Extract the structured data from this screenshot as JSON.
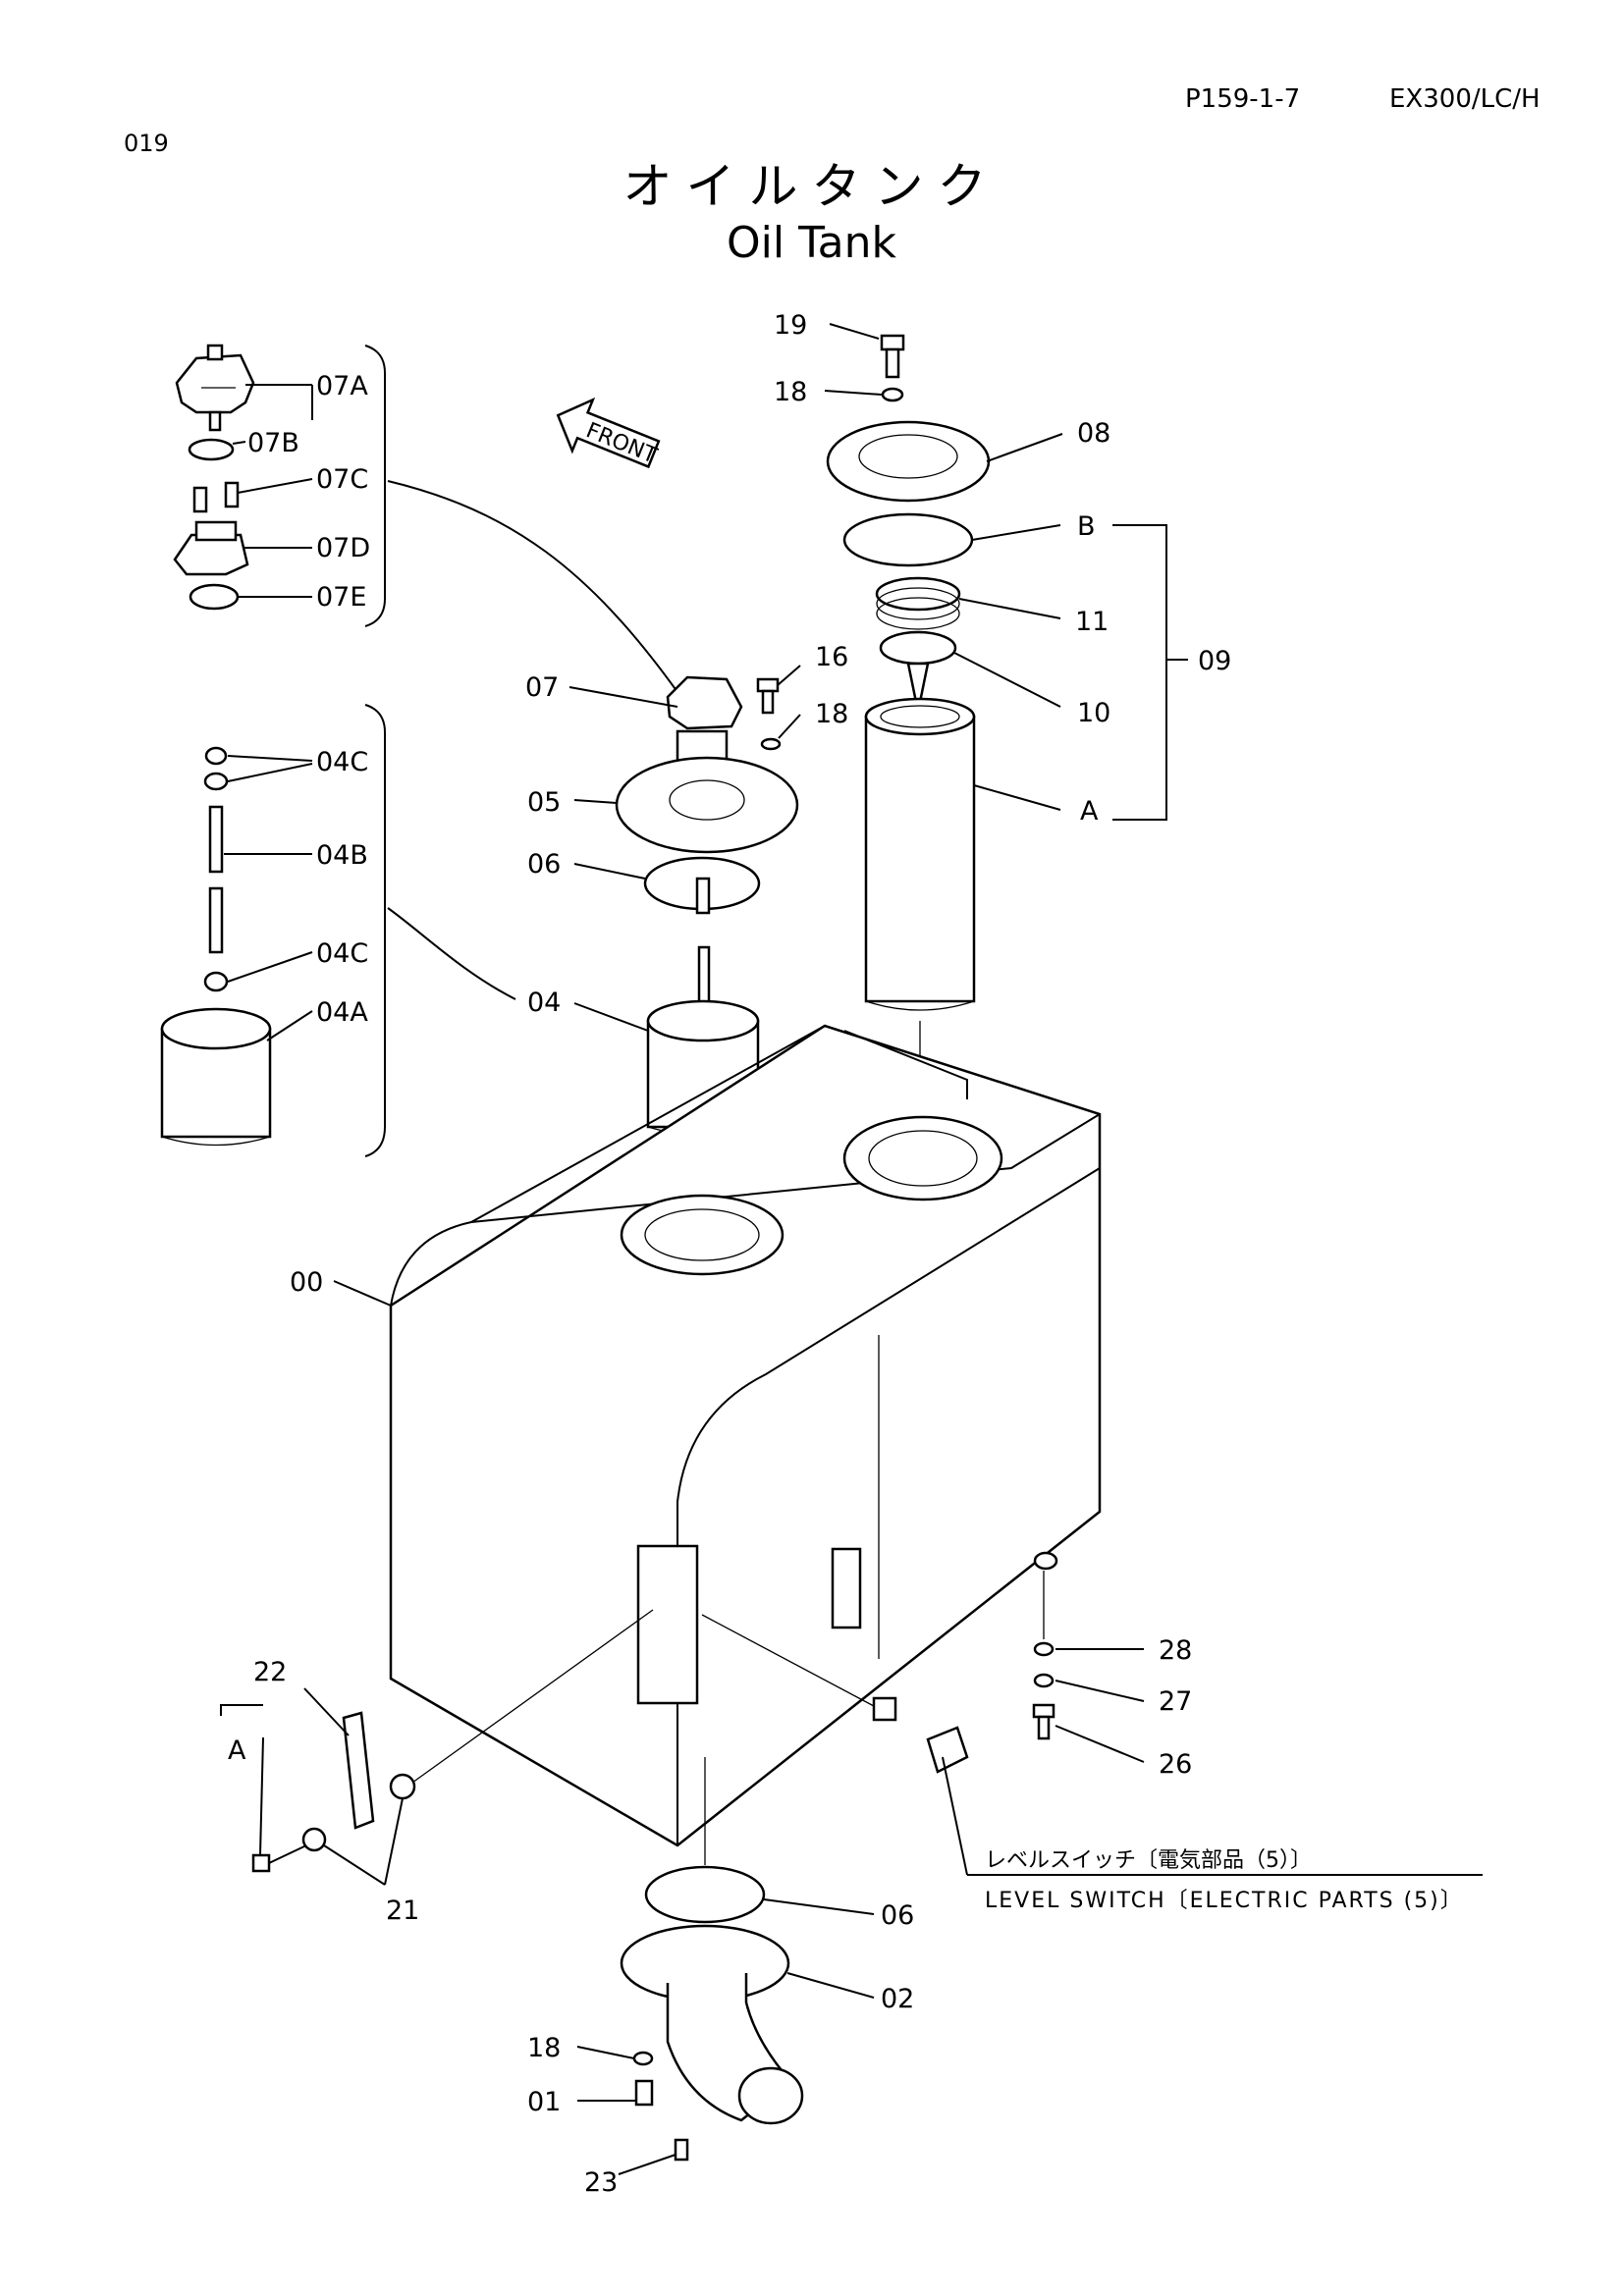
{
  "header": {
    "page_code": "P159-1-7",
    "model": "EX300/LC/H",
    "page_number": "019"
  },
  "title": {
    "japanese": "オイルタンク",
    "english": "Oil Tank"
  },
  "front_marker": "FRONT",
  "callouts": {
    "c07A": "07A",
    "c07B": "07B",
    "c07C": "07C",
    "c07D": "07D",
    "c07E": "07E",
    "c04C_top": "04C",
    "c04B": "04B",
    "c04C_bot": "04C",
    "c04A": "04A",
    "c07": "07",
    "c05": "05",
    "c06_top": "06",
    "c04": "04",
    "c00": "00",
    "c19": "19",
    "c18_top": "18",
    "c08": "08",
    "cB": "B",
    "c11": "11",
    "c10": "10",
    "c09": "09",
    "cA_right": "A",
    "c16": "16",
    "c18_mid": "18",
    "c22": "22",
    "cA_left": "A",
    "c21": "21",
    "c28": "28",
    "c27": "27",
    "c26": "26",
    "c06_bot": "06",
    "c02": "02",
    "c18_bot": "18",
    "c01": "01",
    "c23": "23"
  },
  "level_switch": {
    "japanese": "レベルスイッチ〔電気部品（5）〕",
    "english": "LEVEL SWITCH〔ELECTRIC PARTS (5)〕"
  }
}
